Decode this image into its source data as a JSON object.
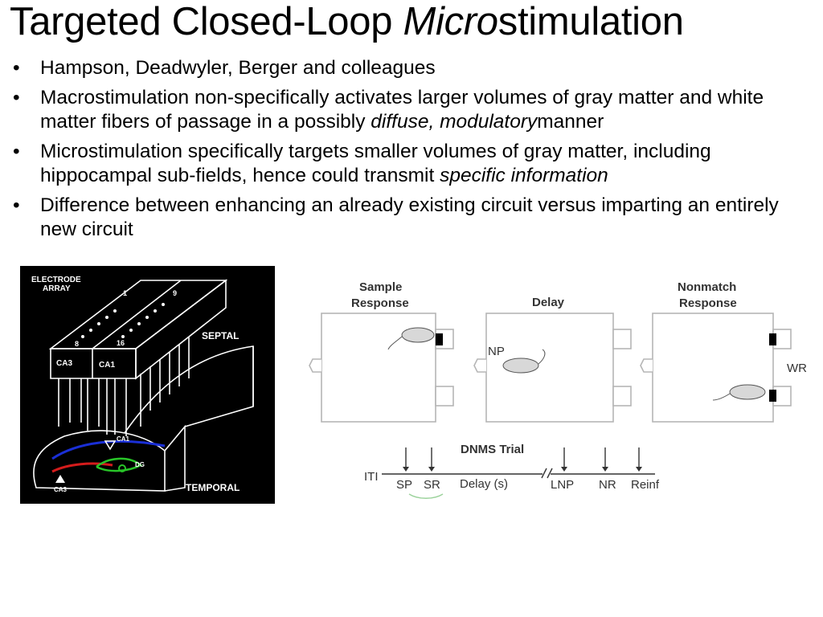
{
  "slide": {
    "title": {
      "part1": "Targeted Closed-Loop ",
      "part2_italic": "Micro",
      "part3": "stimulation"
    },
    "bullets": [
      {
        "text": "Hampson, Deadwyler, Berger and colleagues"
      },
      {
        "text": "Macrostimulation non-specifically activates larger volumes of gray matter and white matter fibers of passage in a possibly ",
        "italic": "diffuse, modulatory",
        "tail": "manner"
      },
      {
        "text": "Microstimulation specifically targets smaller volumes of gray matter, including hippocampal sub-fields, hence could transmit ",
        "italic": "specific information",
        "tail": ""
      },
      {
        "text": "Difference between enhancing an already existing circuit versus imparting an entirely new circuit"
      }
    ],
    "bullet_glyph": "•"
  },
  "figure_left": {
    "electrode_label_1": "ELECTRODE",
    "electrode_label_2": "ARRAY",
    "num_1": "1",
    "num_9": "9",
    "num_8": "8",
    "num_16": "16",
    "ca3_box": "CA3",
    "ca1_box": "CA1",
    "septal": "SEPTAL",
    "temporal": "TEMPORAL",
    "ca1_cell": "CA1",
    "dg_cell": "DG",
    "ca3_cell": "CA3"
  },
  "figure_right": {
    "sample_1": "Sample",
    "sample_2": "Response",
    "delay": "Delay",
    "nonmatch_1": "Nonmatch",
    "nonmatch_2": "Response",
    "np": "NP",
    "wr": "WR",
    "trial_title": "DNMS Trial",
    "iti": "ITI",
    "sp": "SP",
    "sr": "SR",
    "delay_s": "Delay (s)",
    "lnp": "LNP",
    "nr": "NR",
    "reinf": "Reinf"
  }
}
